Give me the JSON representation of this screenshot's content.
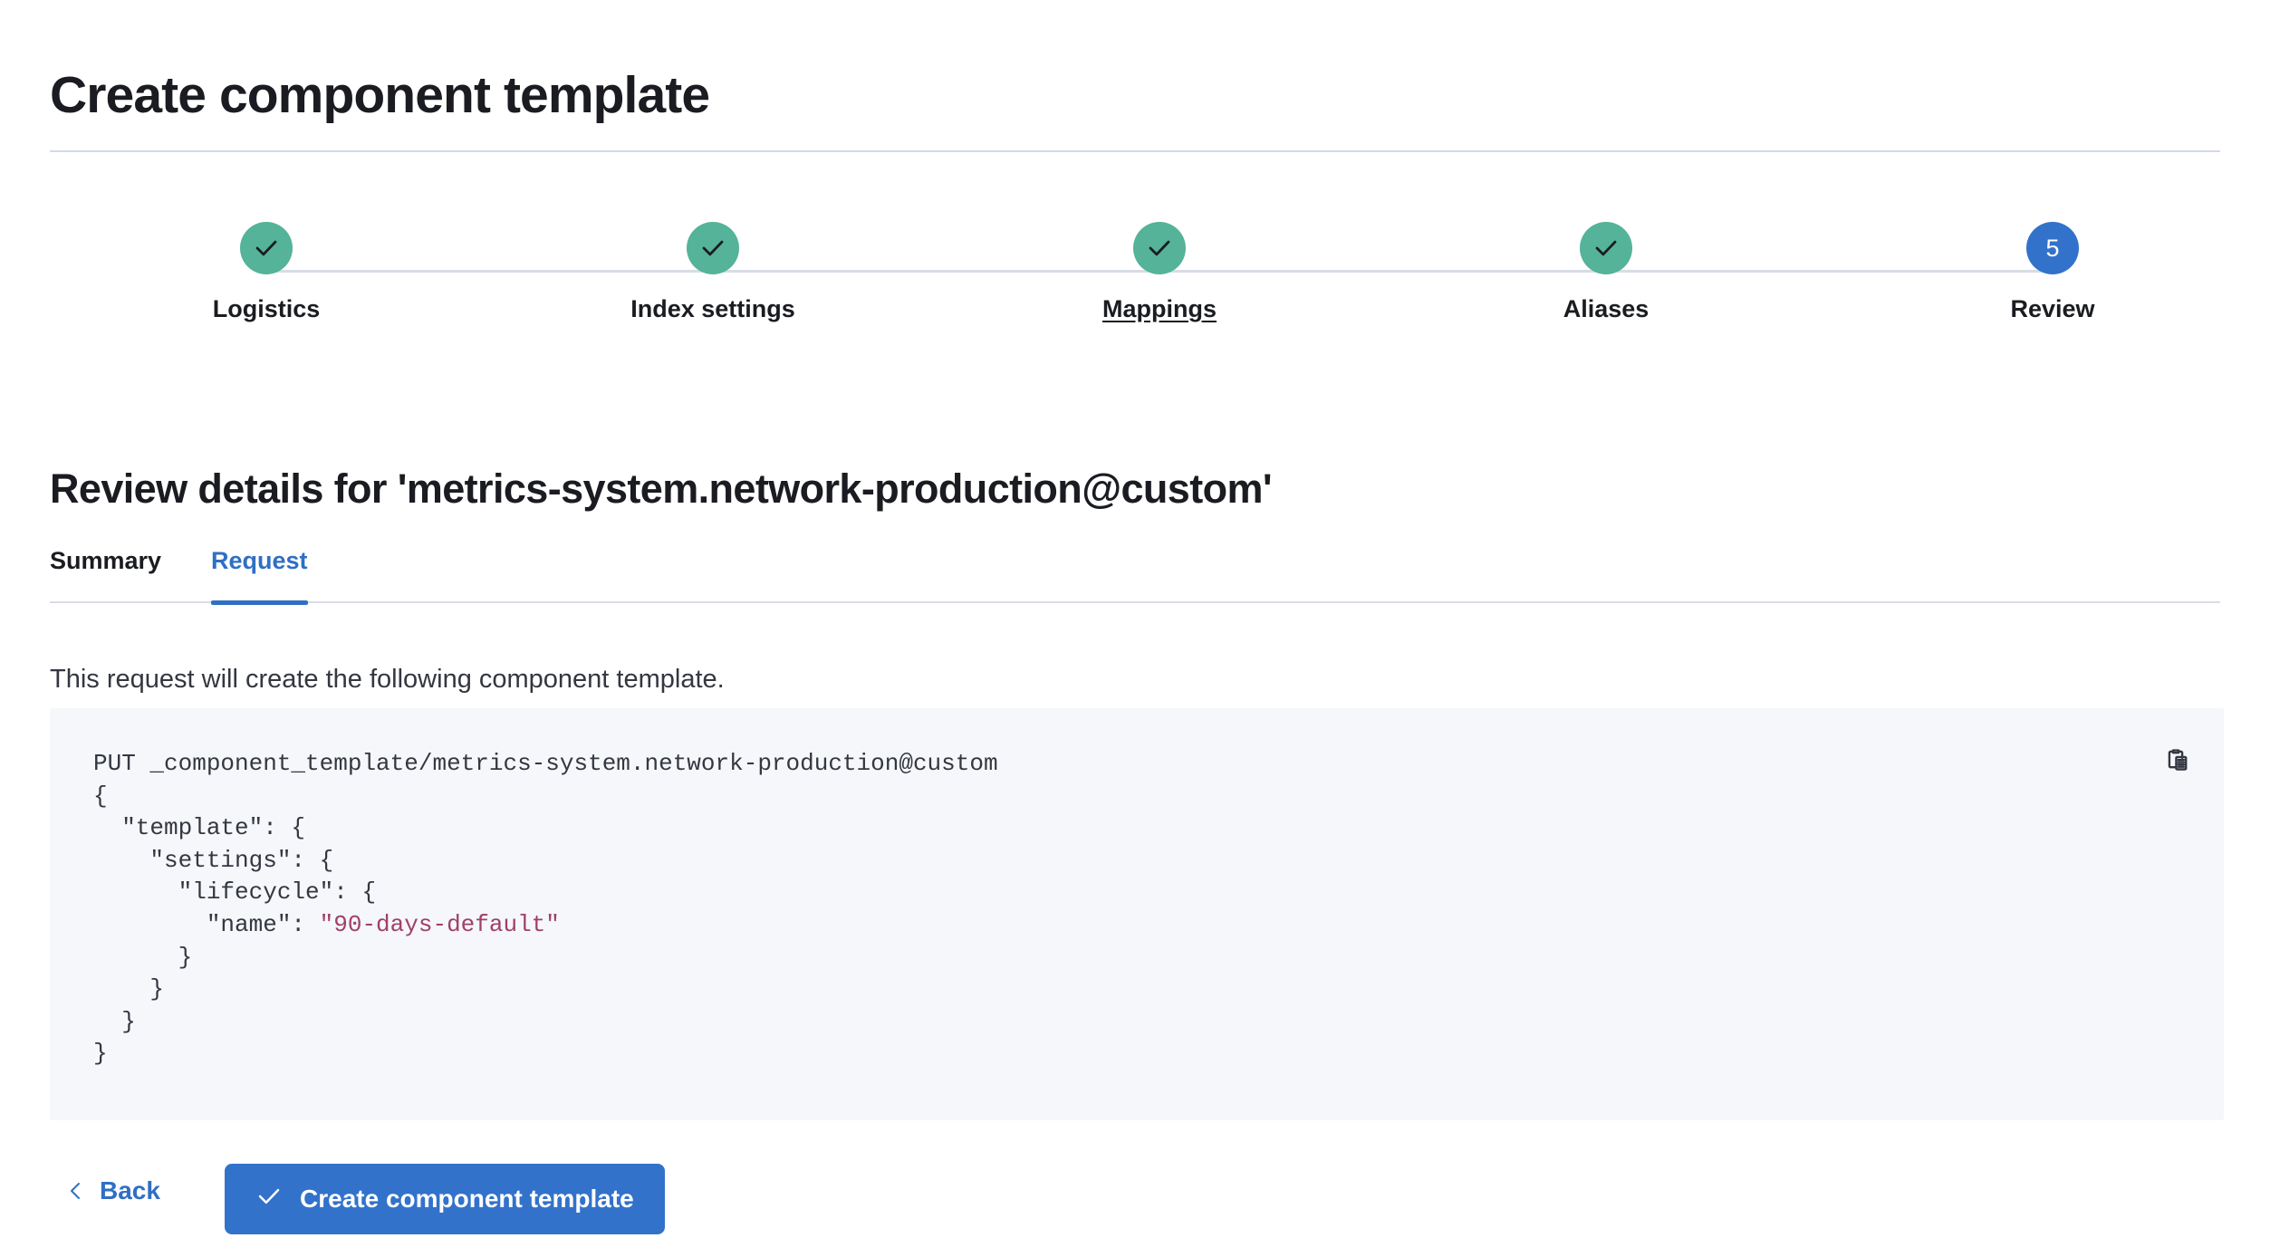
{
  "header": {
    "title": "Create component template"
  },
  "steps": {
    "items": [
      {
        "label": "Logistics",
        "state": "done",
        "icon": "check-icon",
        "number": "1",
        "hovered": false
      },
      {
        "label": "Index settings",
        "state": "done",
        "icon": "check-icon",
        "number": "2",
        "hovered": false
      },
      {
        "label": "Mappings",
        "state": "done",
        "icon": "check-icon",
        "number": "3",
        "hovered": true
      },
      {
        "label": "Aliases",
        "state": "done",
        "icon": "check-icon",
        "number": "4",
        "hovered": false
      },
      {
        "label": "Review",
        "state": "current",
        "icon": "step-number",
        "number": "5",
        "hovered": false
      }
    ],
    "colors": {
      "done": "#54b399",
      "current": "#3272ca",
      "track": "#d8dce6"
    }
  },
  "section": {
    "title": "Review details for 'metrics-system.network-production@custom'",
    "template_name": "metrics-system.network-production@custom"
  },
  "tabs": {
    "items": [
      {
        "label": "Summary",
        "active": false
      },
      {
        "label": "Request",
        "active": true
      }
    ],
    "active_color": "#2f6fc4"
  },
  "request": {
    "description": "This request will create the following component template.",
    "copy_icon": "clipboard-copy-icon",
    "code": {
      "method": "PUT",
      "path": "_component_template/metrics-system.network-production@custom",
      "line_1": "PUT _component_template/metrics-system.network-production@custom",
      "line_2": "{",
      "line_3": "  \"template\": {",
      "line_4": "    \"settings\": {",
      "line_5": "      \"lifecycle\": {",
      "line_6_key": "        \"name\": ",
      "line_6_value": "\"90-days-default\"",
      "line_7": "      }",
      "line_8": "    }",
      "line_9": "  }",
      "line_10": "}",
      "string_color": "#a0406a",
      "background": "#f5f7fa"
    }
  },
  "footer": {
    "back_label": "Back",
    "back_icon": "chevron-left-icon",
    "create_label": "Create component template",
    "create_icon": "check-icon",
    "create_color": "#3272ca"
  }
}
